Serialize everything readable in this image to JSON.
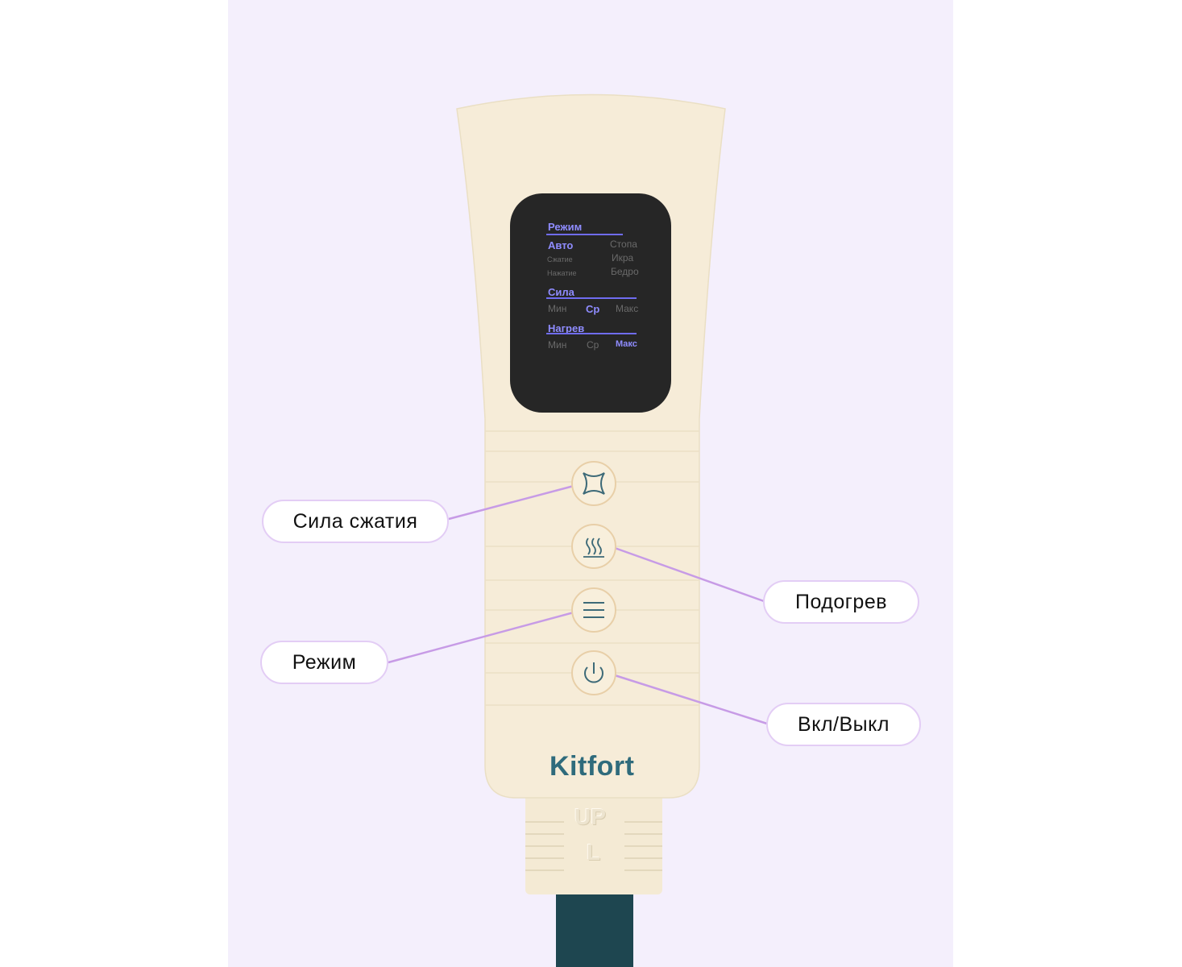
{
  "brand": "Kitfort",
  "connector_marks": [
    "UP",
    "L"
  ],
  "screen": {
    "mode": {
      "title": "Режим",
      "left": [
        "Авто",
        "Сжатие",
        "Нажатие"
      ],
      "right": [
        "Стопа",
        "Икра",
        "Бедро"
      ],
      "selected": "Авто"
    },
    "force": {
      "title": "Сила",
      "options": [
        "Мин",
        "Ср",
        "Макс"
      ],
      "selected": "Ср"
    },
    "heat": {
      "title": "Нагрев",
      "options": [
        "Мин",
        "Ср",
        "Макс"
      ],
      "selected": "Макс"
    }
  },
  "callouts": {
    "compression": "Сила сжатия",
    "heating": "Подогрев",
    "mode": "Режим",
    "power": "Вкл/Выкл"
  },
  "colors": {
    "background": "#f4effc",
    "body": "#f6ecd8",
    "accent": "#8f8cff",
    "line": "#c79be6",
    "brand": "#2f6b7c"
  }
}
